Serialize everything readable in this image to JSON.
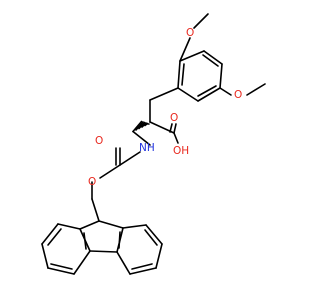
{
  "molecule": {
    "atoms": {
      "O_top": "O",
      "O_right": "O",
      "O_carbonyl_acid": "O",
      "OH": "OH",
      "NH": "NH",
      "O_carbamate_carbonyl": "O",
      "O_ester": "O"
    }
  }
}
